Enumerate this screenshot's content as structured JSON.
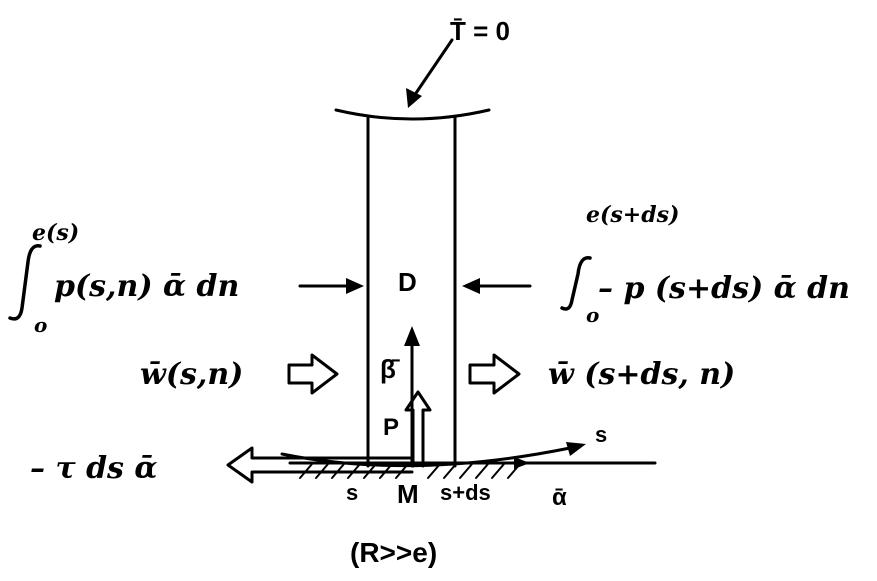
{
  "labels": {
    "top_condition": "T̄ = 0",
    "domain": "D",
    "left_upper_limit": "e(s)",
    "left_lower_limit": "o",
    "left_integral": "p(s,n) ᾱ dn",
    "right_upper_limit": "e(s+ds)",
    "right_lower_limit": "o",
    "right_integral": "– p (s+ds) ᾱ dn",
    "left_flux": "w̄(s,n)",
    "right_flux": "w̄ (s+ds, n)",
    "beta": "β̄",
    "pressure": "P",
    "shear": "– τ ds ᾱ",
    "s_left": "s",
    "point": "M",
    "s_right": "s+ds",
    "alpha": "ᾱ",
    "s_axis": "s",
    "condition": "(R>>e)"
  }
}
